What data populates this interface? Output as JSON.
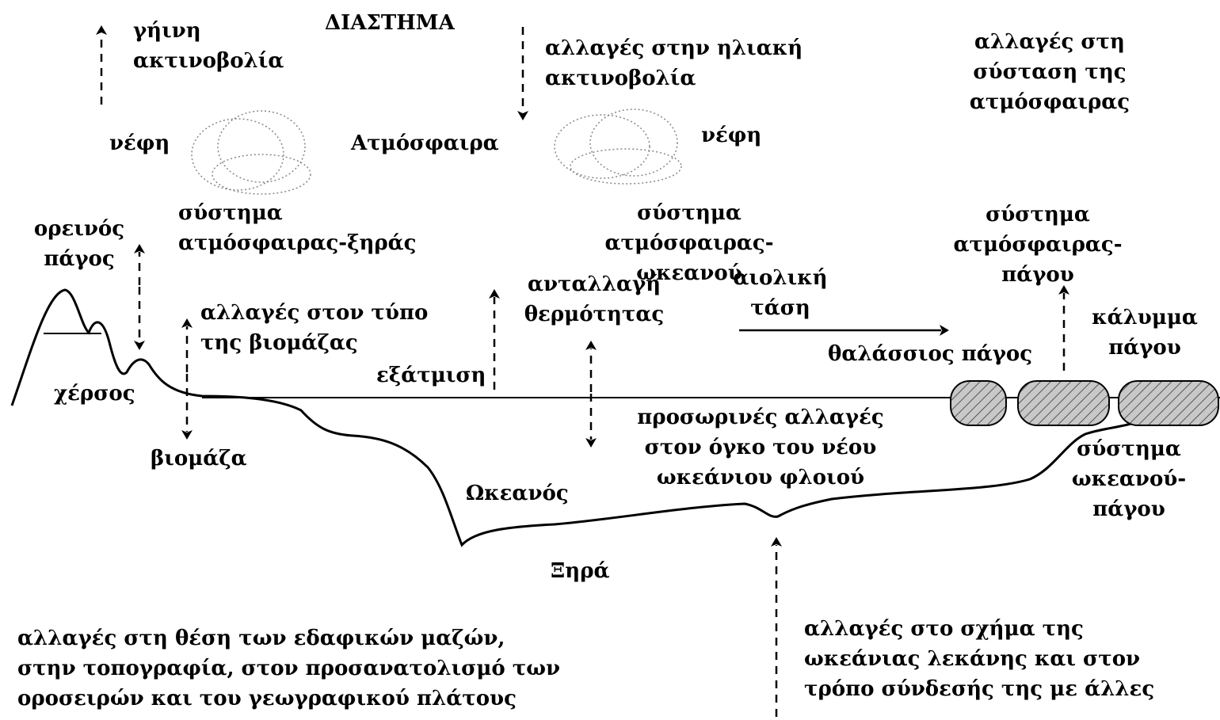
{
  "labels": {
    "space": "ΔΙΑΣΤΗΜΑ",
    "terrestrial_radiation": "γήινη\nακτινοβολία",
    "solar_changes": "αλλαγές στην ηλιακή\nακτινοβολία",
    "atmosphere_composition": "αλλαγές στη\nσύσταση της\nατμόσφαιρας",
    "clouds_left": "νέφη",
    "clouds_right": "νέφη",
    "atmosphere": "Ατμόσφαιρα",
    "atm_land_system": "σύστημα\nατμόσφαιρας-ξηράς",
    "atm_ocean_system": "σύστημα\nατμόσφαιρας-ωκεανού",
    "atm_ice_system": "σύστημα\nατμόσφαιρας-πάγου",
    "mountain_ice": "ορεινός\nπάγος",
    "biomass_type": "αλλαγές στον τύπο\nτης βιομάζας",
    "heat_exchange": "ανταλλαγή\nθερμότητας",
    "wind_stress": "αιολική\nτάση",
    "ice_cover": "κάλυμμα\nπάγου",
    "sea_ice": "θαλάσσιος πάγος",
    "land": "χέρσος",
    "evaporation": "εξάτμιση",
    "biomass": "βιομάζα",
    "crust_changes": "προσωρινές αλλαγές\nστον όγκο του νέου\nωκεάνιου φλοιού",
    "ocean_ice_system": "σύστημα\nωκεανού-πάγου",
    "ocean": "Ωκεανός",
    "land_dry": "Ξηρά",
    "landmass_changes": "αλλαγές στη θέση των εδαφικών μαζών,\nστην τοπογραφία, στον προσανατολισμό των\nοροσειρών και του γεωγραφικού πλάτους",
    "basin_changes": "αλλαγές στο σχήμα της\nωκεάνιας λεκάνης και στον\nτρόπο σύνδεσής της με άλλες"
  }
}
